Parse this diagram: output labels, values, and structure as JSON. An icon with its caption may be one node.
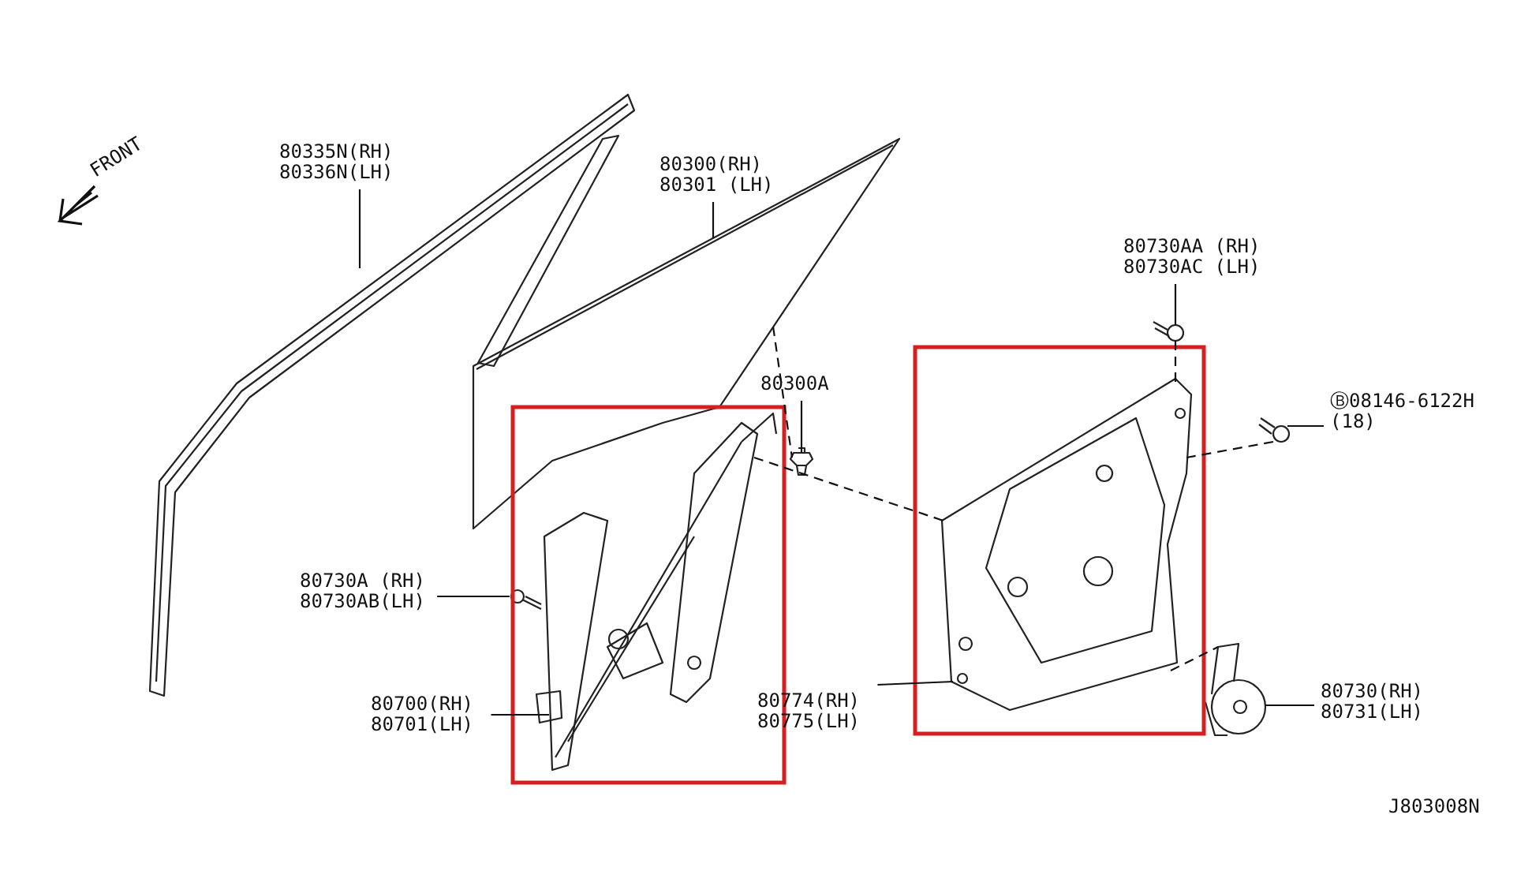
{
  "diagram": {
    "nodes": [
      {
        "text": [
          "80335N(RH) 80336N(LH)"
        ]
      },
      {
        "text": [],
        "shape": "picture"
      },
      {
        "text": [
          "80300(RH) 80301 (LH)"
        ]
      },
      {
        "text": [],
        "shape": "picture"
      },
      {
        "text": [
          "80300A"
        ]
      },
      {
        "text": [],
        "shape": "picture"
      },
      {
        "text": [
          "80730A (RH) 80730AB(LH)"
        ]
      },
      {
        "text": [],
        "shape": "picture"
      },
      {
        "text": [
          "80700(RH) 80701(LH)"
        ]
      },
      {
        "text": [],
        "shape": "picture"
      },
      {
        "text": [
          "80730AA (RH) 80730AC (LH)"
        ]
      },
      {
        "text": [],
        "shape": "picture"
      },
      {
        "text": [
          "Ⓑ08146-6122H (18)"
        ]
      },
      {
        "text": [],
        "shape": "picture"
      },
      {
        "text": [
          "80774(RH) 80775(LH)"
        ]
      },
      {
        "text": [],
        "shape": "picture"
      },
      {
        "text": [
          "80730(RH) 80731(LH)"
        ]
      },
      {
        "text": [],
        "shape": "picture"
      }
    ],
    "edges": [
      {
        "from": 0,
        "to": 1,
        "arrow": "none"
      },
      {
        "from": 2,
        "to": 3,
        "arrow": "none"
      },
      {
        "from": 4,
        "to": 5,
        "arrow": "none"
      },
      {
        "from": 6,
        "to": 7,
        "arrow": "none"
      },
      {
        "from": 8,
        "to": 9,
        "arrow": "none"
      },
      {
        "from": 10,
        "to": 11,
        "arrow": "none"
      },
      {
        "from": 12,
        "to": 13,
        "arrow": "none"
      },
      {
        "from": 14,
        "to": 15,
        "arrow": "none"
      },
      {
        "from": 16,
        "to": 17,
        "arrow": "none"
      },
      {
        "from": 3,
        "to": 5,
        "arrow": "none",
        "style": "dashed"
      },
      {
        "from": 9,
        "to": 15,
        "arrow": "none",
        "style": "dashed"
      },
      {
        "from": 11,
        "to": 15,
        "arrow": "none",
        "style": "dashed"
      },
      {
        "from": 13,
        "to": 15,
        "arrow": "none",
        "style": "dashed"
      },
      {
        "from": 15,
        "to": 17,
        "arrow": "none",
        "style": "dashed"
      }
    ],
    "labels": [
      "FRONT",
      "J803008N"
    ]
  }
}
